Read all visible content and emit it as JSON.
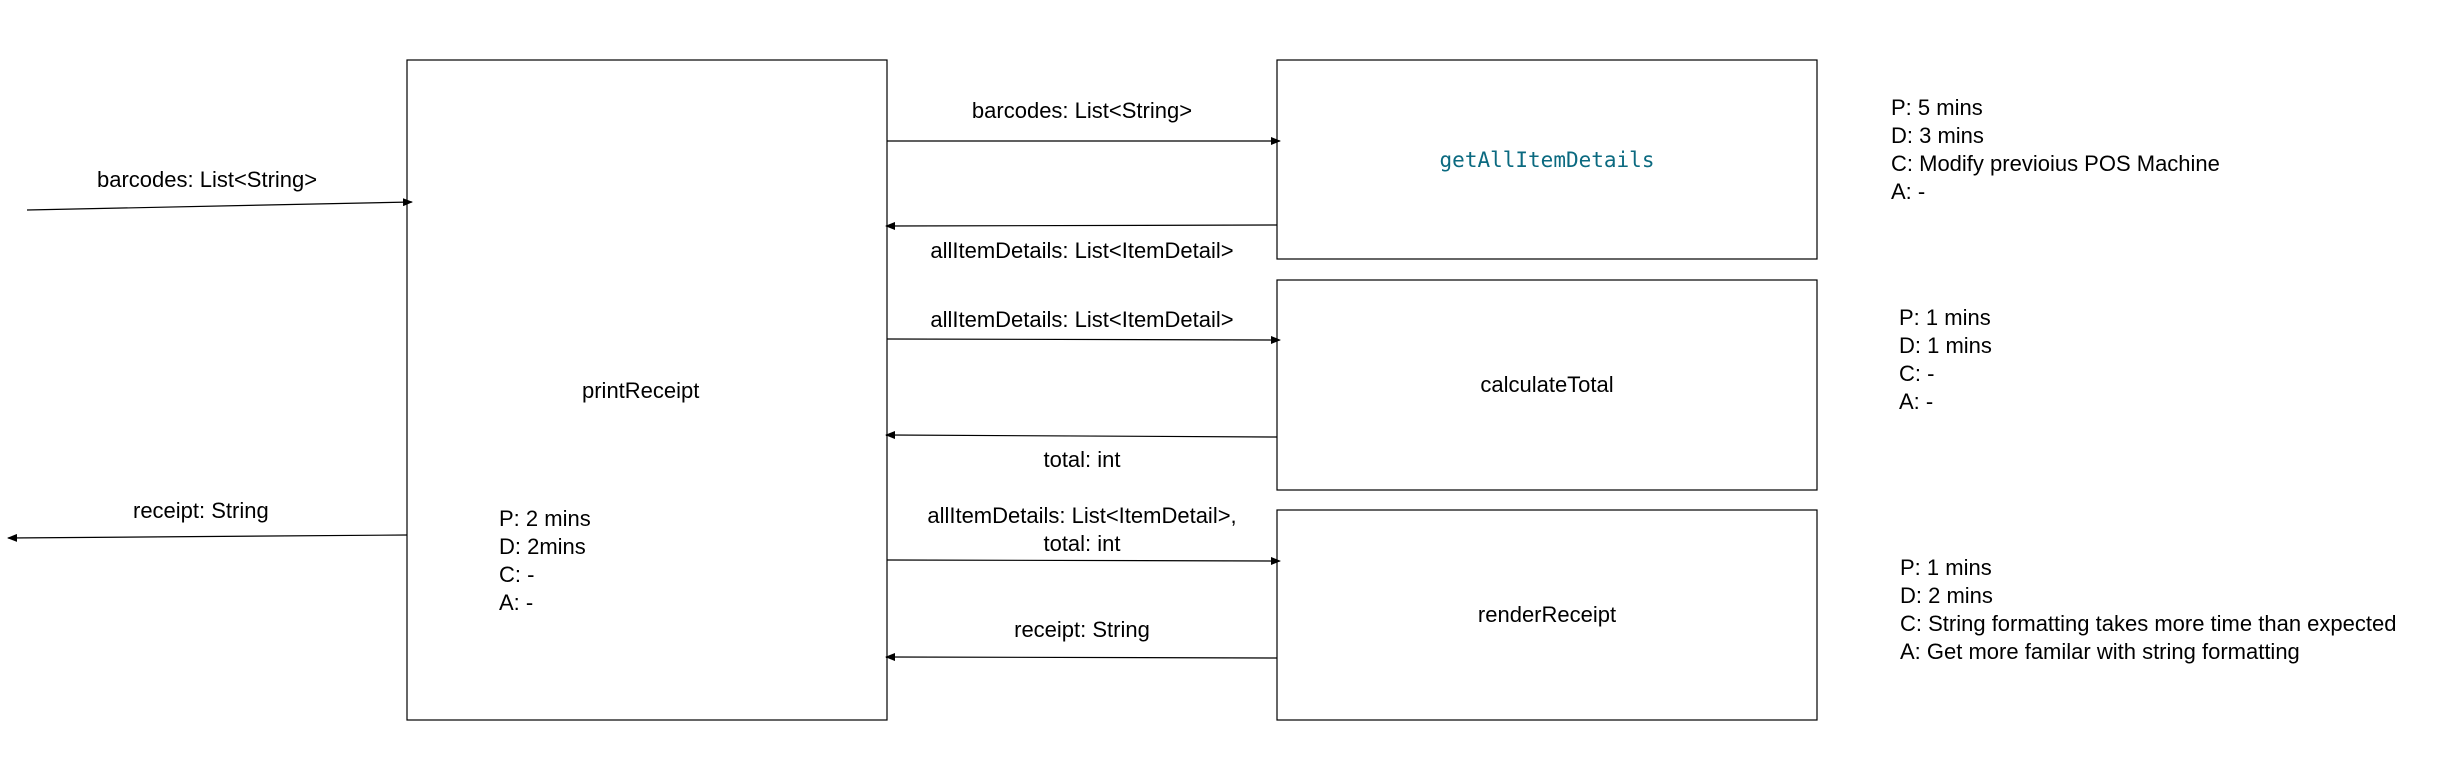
{
  "print_receipt": {
    "label": "printReceipt",
    "notes": [
      "P: 2 mins",
      "D: 2mins",
      "C: -",
      "A: -"
    ]
  },
  "input_arrow": {
    "label": "barcodes: List<String>"
  },
  "output_arrow": {
    "label": "receipt: String"
  },
  "get_all_item_details": {
    "label": "getAllItemDetails",
    "call_label": "barcodes: List<String>",
    "return_label": "allItemDetails: List<ItemDetail>",
    "notes": [
      "P: 5 mins",
      "D: 3 mins",
      "C: Modify previoius POS Machine",
      "A: -"
    ]
  },
  "calculate_total": {
    "label": "calculateTotal",
    "call_label": "allItemDetails: List<ItemDetail>",
    "return_label": "total: int",
    "notes": [
      "P: 1 mins",
      "D: 1 mins",
      "C: -",
      "A: -"
    ]
  },
  "render_receipt": {
    "label": "renderReceipt",
    "call_label_line1": "allItemDetails: List<ItemDetail>,",
    "call_label_line2": "total: int",
    "return_label": "receipt: String",
    "notes": [
      "P: 1 mins",
      "D: 2 mins",
      "C: String formatting takes more time than expected",
      "A: Get more familar with string formatting"
    ]
  }
}
